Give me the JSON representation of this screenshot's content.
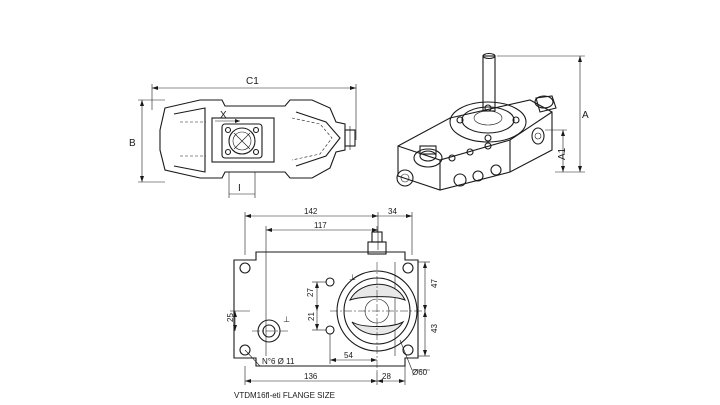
{
  "views": {
    "side": {
      "label_c1": "C1",
      "label_b": "B",
      "label_x": "X",
      "label_i": "I"
    },
    "iso": {
      "label_a": "A",
      "label_a1": "A1"
    },
    "flange": {
      "dim_142": "142",
      "dim_34": "34",
      "dim_117": "117",
      "dim_47": "47",
      "dim_43": "43",
      "dim_27": "27",
      "dim_21": "21",
      "dim_25": "25",
      "dim_54": "54",
      "dim_136": "136",
      "dim_28": "28",
      "hole_note": "N°6  Ø 11",
      "diameter_note": "Ø60",
      "port_mark_top": "⊥",
      "port_mark_left": "⊥"
    }
  },
  "caption": "VTDM16fl-eti FLANGE SIZE"
}
